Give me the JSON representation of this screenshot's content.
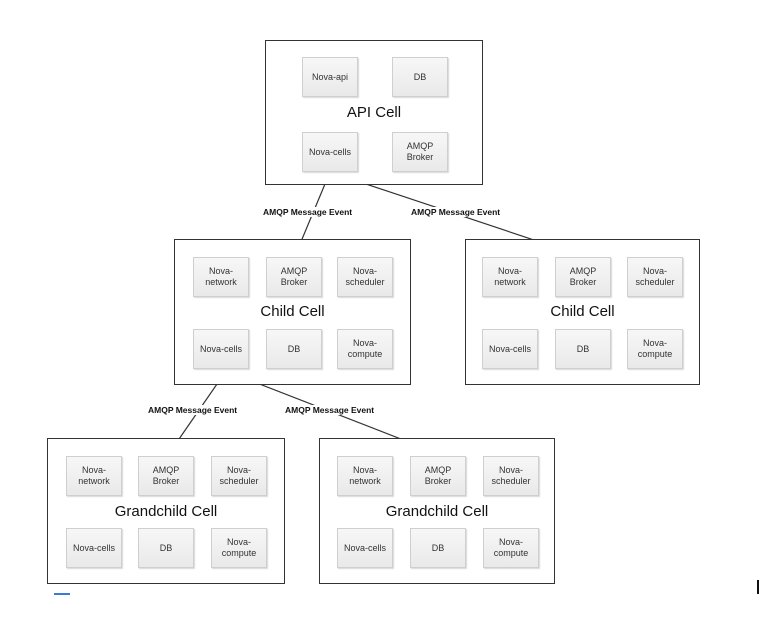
{
  "diagram": {
    "cells": {
      "api": {
        "title": "API Cell",
        "nodes": {
          "nova_api": "Nova-api",
          "db": "DB",
          "nova_cells": "Nova-cells",
          "amqp": "AMQP\nBroker"
        }
      },
      "child1": {
        "title": "Child Cell",
        "nodes": {
          "network": "Nova-\nnetwork",
          "amqp": "AMQP\nBroker",
          "scheduler": "Nova-\nscheduler",
          "cells": "Nova-cells",
          "db": "DB",
          "compute": "Nova-\ncompute"
        }
      },
      "child2": {
        "title": "Child Cell",
        "nodes": {
          "network": "Nova-\nnetwork",
          "amqp": "AMQP\nBroker",
          "scheduler": "Nova-\nscheduler",
          "cells": "Nova-cells",
          "db": "DB",
          "compute": "Nova-\ncompute"
        }
      },
      "grand1": {
        "title": "Grandchild Cell",
        "nodes": {
          "network": "Nova-\nnetwork",
          "amqp": "AMQP\nBroker",
          "scheduler": "Nova-\nscheduler",
          "cells": "Nova-cells",
          "db": "DB",
          "compute": "Nova-\ncompute"
        }
      },
      "grand2": {
        "title": "Grandchild Cell",
        "nodes": {
          "network": "Nova-\nnetwork",
          "amqp": "AMQP\nBroker",
          "scheduler": "Nova-\nscheduler",
          "cells": "Nova-cells",
          "db": "DB",
          "compute": "Nova-\ncompute"
        }
      }
    },
    "edges": {
      "api_to_child1": "AMQP Message Event",
      "api_to_child2": "AMQP Message Event",
      "child1_to_grand1": "AMQP Message Event",
      "child1_to_grand2": "AMQP Message Event"
    }
  }
}
